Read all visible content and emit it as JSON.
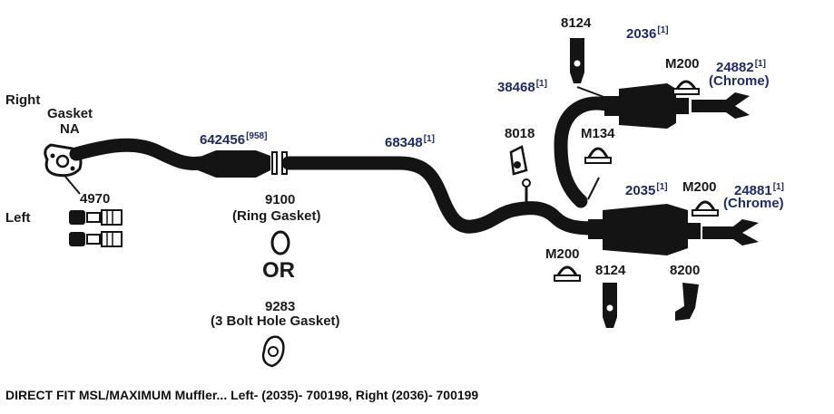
{
  "labels": {
    "right": "Right",
    "gasket": "Gasket",
    "na": "NA",
    "left": "Left",
    "p4970": "4970",
    "p642456": "642456",
    "p642456_sup": "[958]",
    "p9100": "9100",
    "ring_gasket": "(Ring Gasket)",
    "or": "OR",
    "p9283": "9283",
    "bolt_gasket": "(3 Bolt Hole Gasket)",
    "p68348": "68348",
    "p68348_sup": "[1]",
    "p8018": "8018",
    "p38468": "38468",
    "p38468_sup": "[1]",
    "p8124_top": "8124",
    "p2036": "2036",
    "p2036_sup": "[1]",
    "m200_top": "M200",
    "p24882": "24882",
    "p24882_sup": "[1]",
    "chrome_top": "(Chrome)",
    "m134": "M134",
    "p2035": "2035",
    "p2035_sup": "[1]",
    "m200_mid": "M200",
    "p24881": "24881",
    "p24881_sup": "[1]",
    "chrome_bottom": "(Chrome)",
    "m200_bottom": "M200",
    "p8124_bottom": "8124",
    "p8200": "8200"
  },
  "caption": "DIRECT FIT MSL/MAXIMUM Muffler... Left- (2035)- 700198, Right (2036)- 700199",
  "colors": {
    "part": "#141414",
    "label": "#1a1a1a",
    "part_number_blue": "#1f2a6b",
    "background": "#ffffff"
  }
}
